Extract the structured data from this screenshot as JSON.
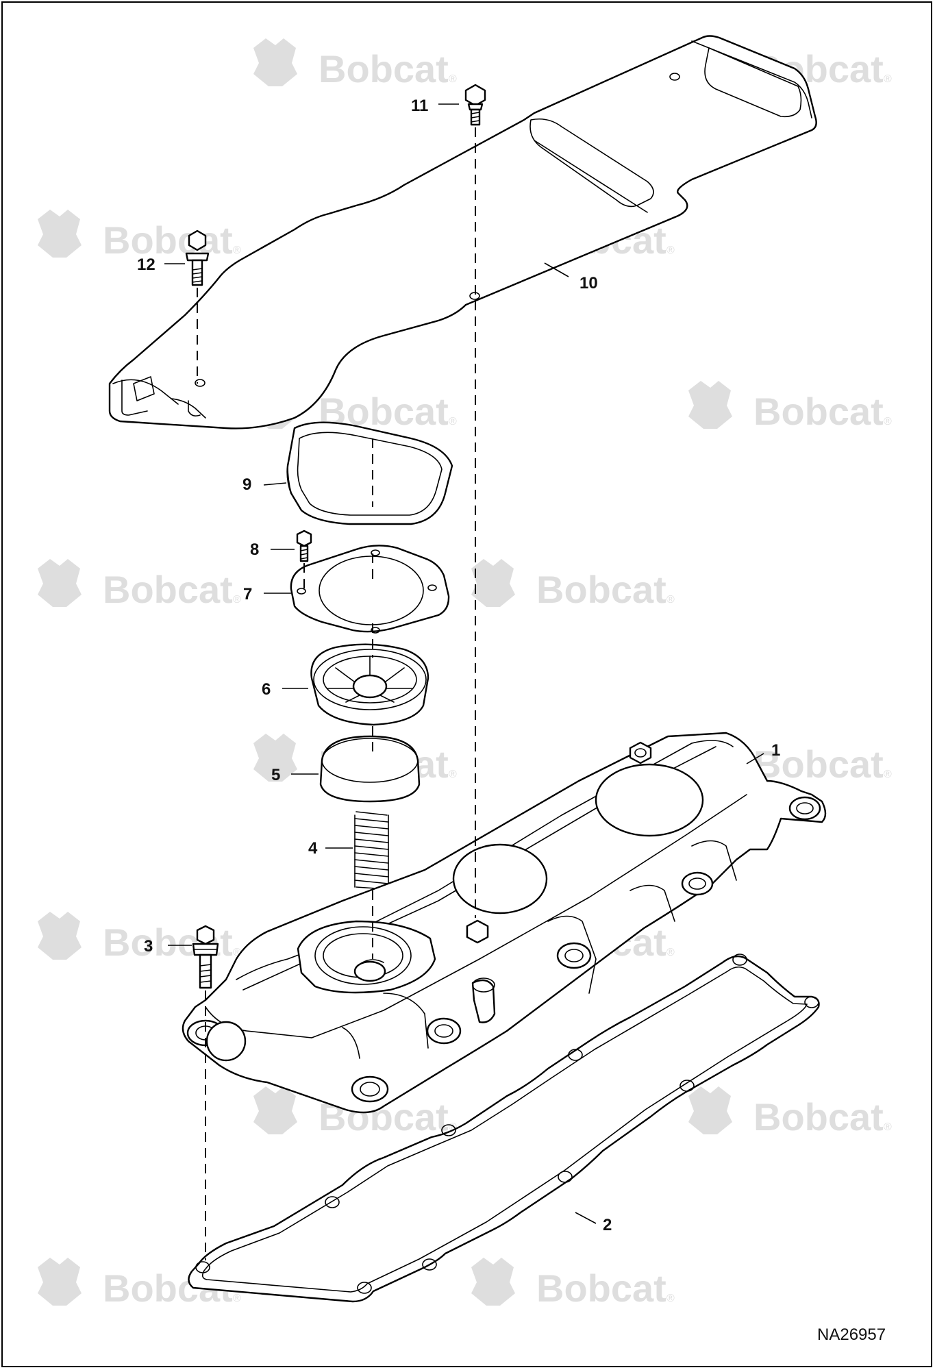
{
  "watermark": {
    "brand": "Bobcat",
    "registered_mark": "®"
  },
  "diagram_ref": "NA26957",
  "callouts": [
    {
      "id": "1",
      "label": "1"
    },
    {
      "id": "2",
      "label": "2"
    },
    {
      "id": "3",
      "label": "3"
    },
    {
      "id": "4",
      "label": "4"
    },
    {
      "id": "5",
      "label": "5"
    },
    {
      "id": "6",
      "label": "6"
    },
    {
      "id": "7",
      "label": "7"
    },
    {
      "id": "8",
      "label": "8"
    },
    {
      "id": "9",
      "label": "9"
    },
    {
      "id": "10",
      "label": "10"
    },
    {
      "id": "11",
      "label": "11"
    },
    {
      "id": "12",
      "label": "12"
    }
  ],
  "colors": {
    "line": "#000000",
    "watermark": "#dedede",
    "background": "#ffffff"
  }
}
